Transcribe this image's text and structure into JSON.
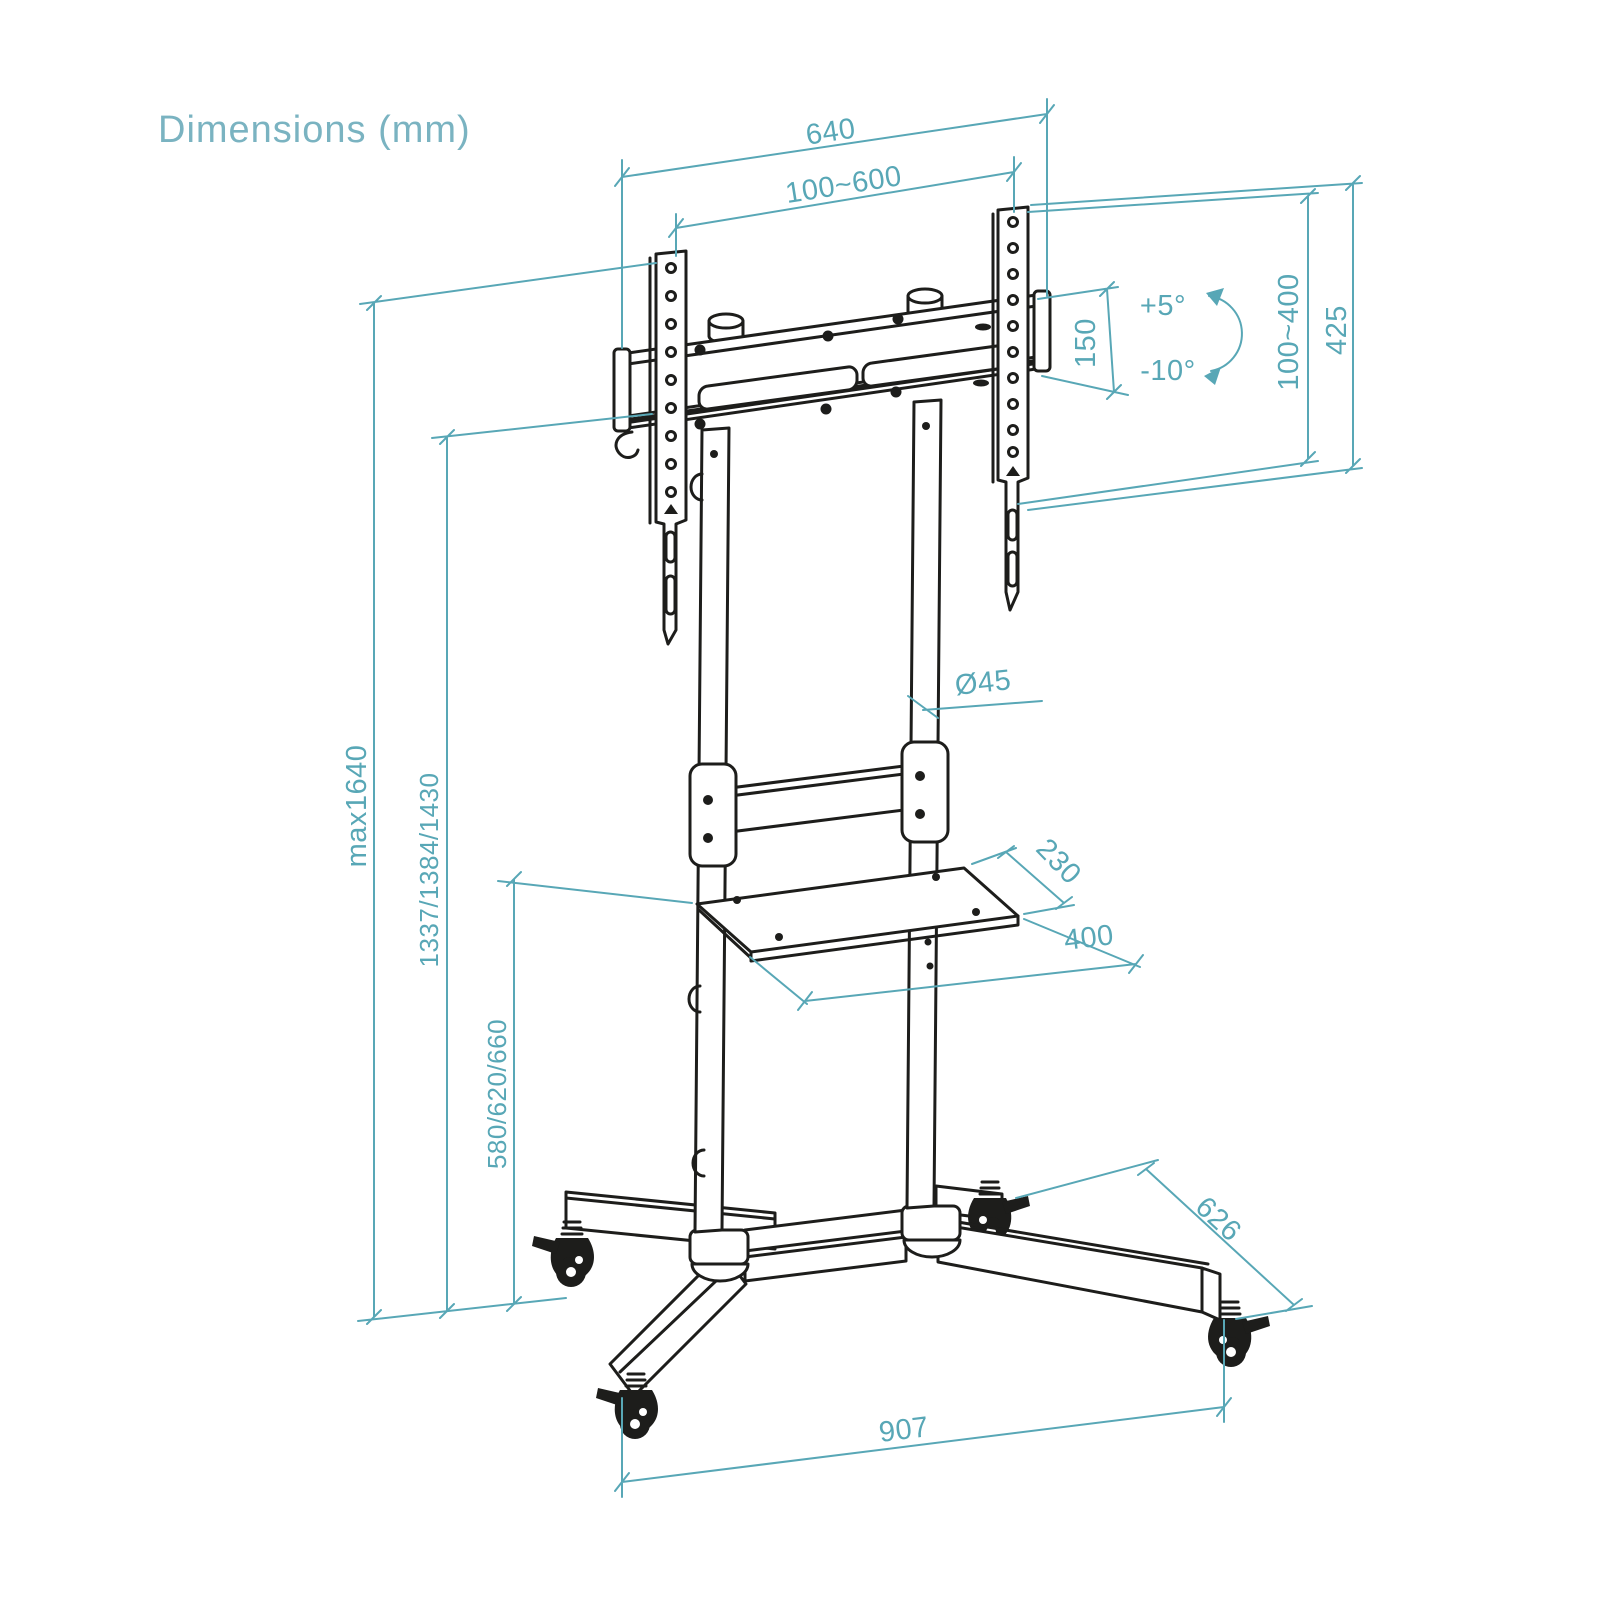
{
  "title": "Dimensions (mm)",
  "units": "mm",
  "colors": {
    "dimension_accent": "#58a7b6",
    "title_text": "#7ab3c1",
    "line_art": "#1d1d1b",
    "background": "#ffffff"
  },
  "drawing": {
    "subject": "Mobile TV trolley floor stand with tilting VESA mount bracket, AV shelf and locking casters",
    "view": "isometric technical line drawing"
  },
  "dimensions": {
    "bracket_width": {
      "label": "640",
      "measures": "overall width of TV mount crossbar"
    },
    "vesa_width_range": {
      "label": "100~600",
      "measures": "horizontal VESA hole spacing range"
    },
    "bracket_bar_height": {
      "label": "150",
      "measures": "height of mount crossbar"
    },
    "tilt_up": {
      "label": "+5°",
      "measures": "maximum upward tilt"
    },
    "tilt_down": {
      "label": "-10°",
      "measures": "maximum downward tilt"
    },
    "vesa_height_range": {
      "label": "100~400",
      "measures": "vertical VESA hole spacing range"
    },
    "bracket_total_height": {
      "label": "425",
      "measures": "overall height of VESA rails"
    },
    "pole_diameter": {
      "label": "Ø45",
      "measures": "upright pole diameter"
    },
    "max_height": {
      "label": "max1640",
      "measures": "maximum overall height"
    },
    "screen_center_heights": {
      "label": "1337/1384/1430",
      "measures": "screen centre height positions"
    },
    "shelf_heights": {
      "label": "580/620/660",
      "measures": "shelf height positions"
    },
    "shelf_depth": {
      "label": "230",
      "measures": "shelf depth"
    },
    "shelf_width": {
      "label": "400",
      "measures": "shelf width"
    },
    "base_depth": {
      "label": "626",
      "measures": "base footprint depth"
    },
    "base_width": {
      "label": "907",
      "measures": "base footprint width"
    }
  }
}
